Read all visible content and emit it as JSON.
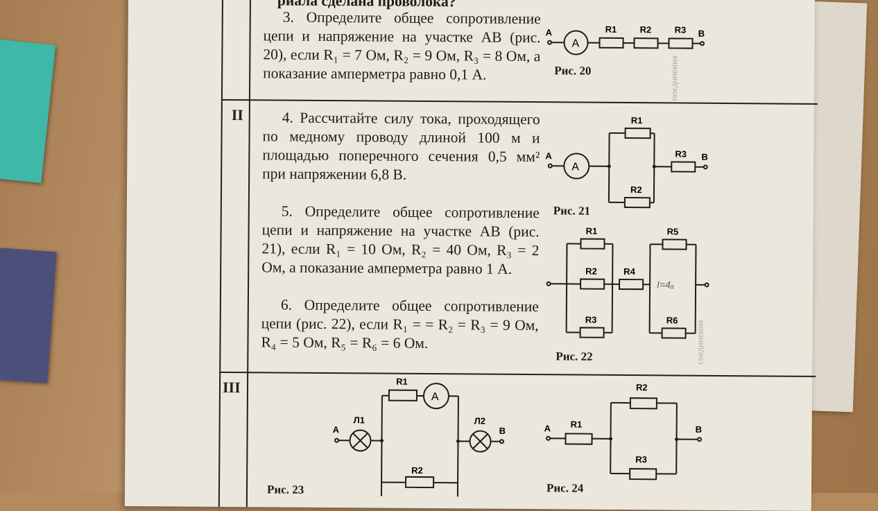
{
  "page": {
    "top_cut_line": "риала сделана проволока?",
    "sections": [
      {
        "label": "II"
      },
      {
        "label": "III"
      }
    ],
    "problems": {
      "p3": "3. Определите общее сопротивление цепи и напряжение на участке AB (рис. 20), если R₁ = 7 Ом, R₂ = 9 Ом, R₃ = 8 Ом, а показание амперметра равно 0,1 А.",
      "p4": "4. Рассчитайте силу тока, проходящего по медному проводу длиной 100 м и площадью поперечного сечения 0,5 мм² при напряжении 6,8 В.",
      "p5": "5. Определите общее сопротивление цепи и напряжение на участке AB (рис. 21), если R₁ = 10 Ом, R₂ = 40 Ом, R₃ = 2 Ом, а показание амперметра равно 1 А.",
      "p6": "6. Определите общее сопротивление цепи (рис. 22), если R₁ = = R₂ = R₃ = 9 Ом, R₄ = 5 Ом, R₅ = R₆ = 6 Ом."
    },
    "figures": {
      "fig20": {
        "caption": "Рис. 20",
        "A": "A",
        "B": "B",
        "ammeter": "A",
        "r1": "R1",
        "r2": "R2",
        "r3": "R3"
      },
      "fig21": {
        "caption": "Рис. 21",
        "A": "A",
        "B": "B",
        "ammeter": "A",
        "r1": "R1",
        "r2": "R2",
        "r3": "R3"
      },
      "fig22": {
        "caption": "Рис. 22",
        "r1": "R1",
        "r2": "R2",
        "r3": "R3",
        "r4": "R4",
        "r5": "R5",
        "r6": "R6",
        "note": "I=4ₐ"
      },
      "fig23": {
        "caption": "Рис. 23",
        "A": "A",
        "B": "B",
        "ammeter": "A",
        "r1": "R1",
        "r2": "R2",
        "l1": "Л1",
        "l2": "Л2"
      },
      "fig24": {
        "caption": "Рис. 24",
        "A": "A",
        "B": "B",
        "r1": "R1",
        "r2": "R2",
        "r3": "R3"
      }
    }
  }
}
